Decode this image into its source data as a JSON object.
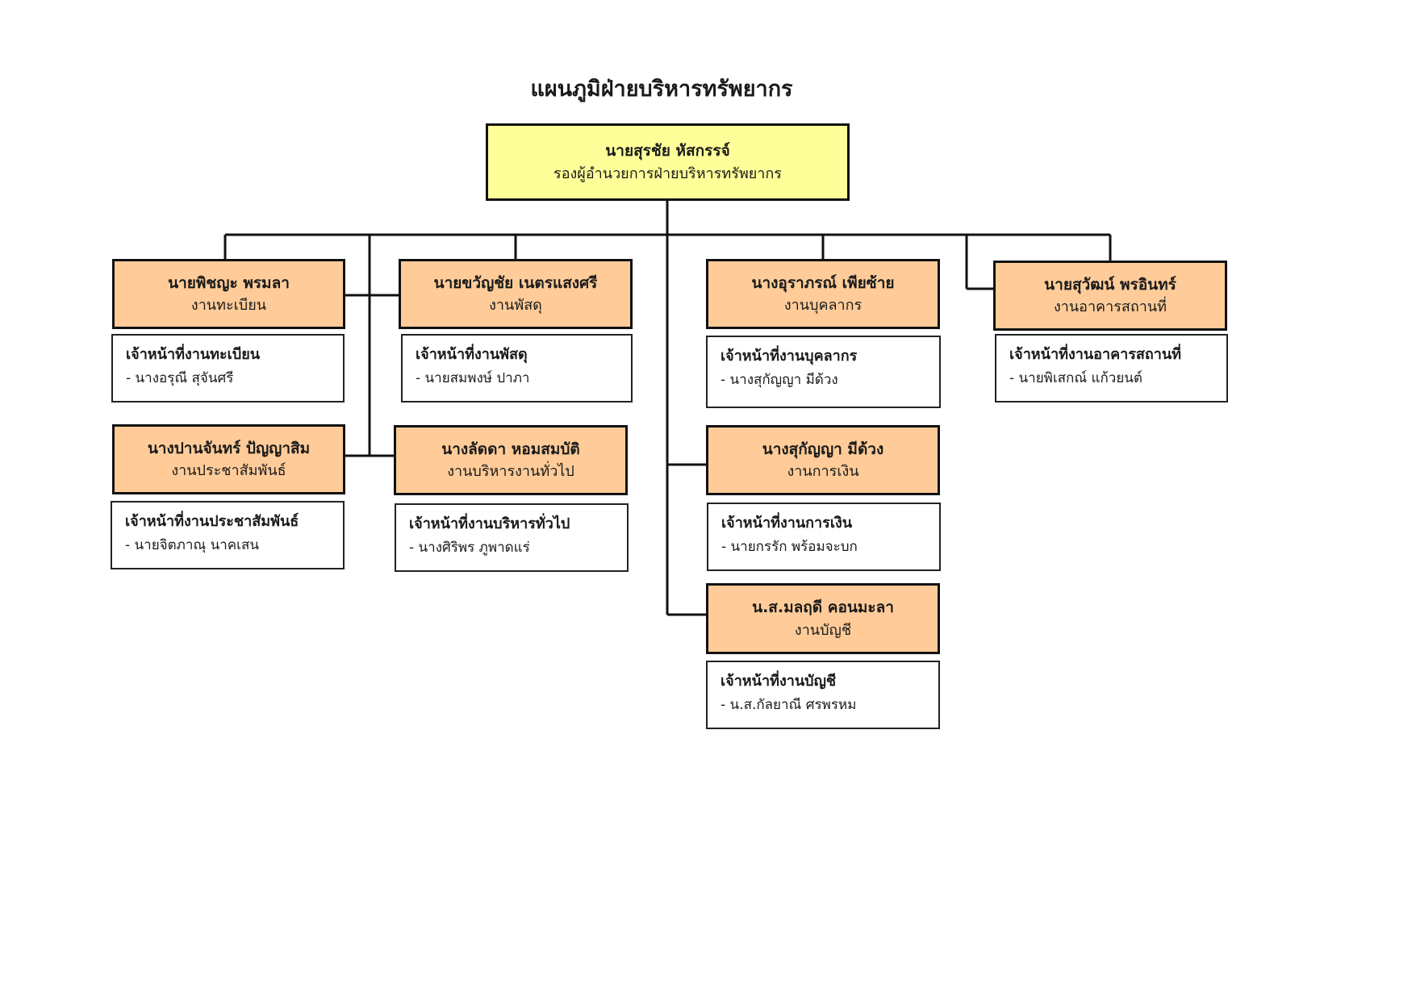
{
  "title": "แผนภูมิฝ่ายบริหารทรัพยากร",
  "director": {
    "name": "นายสุรชัย  หัสกรรจ์",
    "position": "รองผู้อำนวยการฝ่ายบริหารทรัพยากร"
  },
  "units": [
    {
      "head": "นายพิชญะ พรมลา",
      "unit": "งานทะเบียน",
      "staff_title": "เจ้าหน้าที่งานทะเบียน",
      "staff": "- นางอรุณี สุจันศรี"
    },
    {
      "head": "นางปานจันทร์  ปัญญาสิม",
      "unit": "งานประชาสัมพันธ์",
      "staff_title": "เจ้าหน้าที่งานประชาสัมพันธ์",
      "staff": "- นายจิตภาณุ นาคเสน"
    },
    {
      "head": "นายขวัญชัย เนตรแสงศรี",
      "unit": "งานพัสดุ",
      "staff_title": "เจ้าหน้าที่งานพัสดุ",
      "staff": "- นายสมพงษ์ ปาภา"
    },
    {
      "head": "นางลัดดา  หอมสมบัติ",
      "unit": "งานบริหารงานทั่วไป",
      "staff_title": "เจ้าหน้าที่งานบริหารทั่วไป",
      "staff": "- นางศิริพร ภูพาดแร่"
    },
    {
      "head": "นางอุราภรณ์ เพียซ้าย",
      "unit": "งานบุคลากร",
      "staff_title": "เจ้าหน้าที่งานบุคลากร",
      "staff": "- นางสุกัญญา มีด้วง"
    },
    {
      "head": "นางสุกัญญา มีด้วง",
      "unit": "งานการเงิน",
      "staff_title": "เจ้าหน้าที่งานการเงิน",
      "staff": "- นายกรรัก พร้อมจะบก"
    },
    {
      "head": "น.ส.มลฤดี คอนมะลา",
      "unit": "งานบัญชี",
      "staff_title": "เจ้าหน้าที่งานบัญชี",
      "staff": "- น.ส.กัลยาณี ศรพรหม"
    },
    {
      "head": "นายสุวัฒน์ พรอินทร์",
      "unit": "งานอาคารสถานที่",
      "staff_title": "เจ้าหน้าที่งานอาคารสถานที่",
      "staff": "- นายพิเสกณ์ แก้วยนต์"
    }
  ]
}
